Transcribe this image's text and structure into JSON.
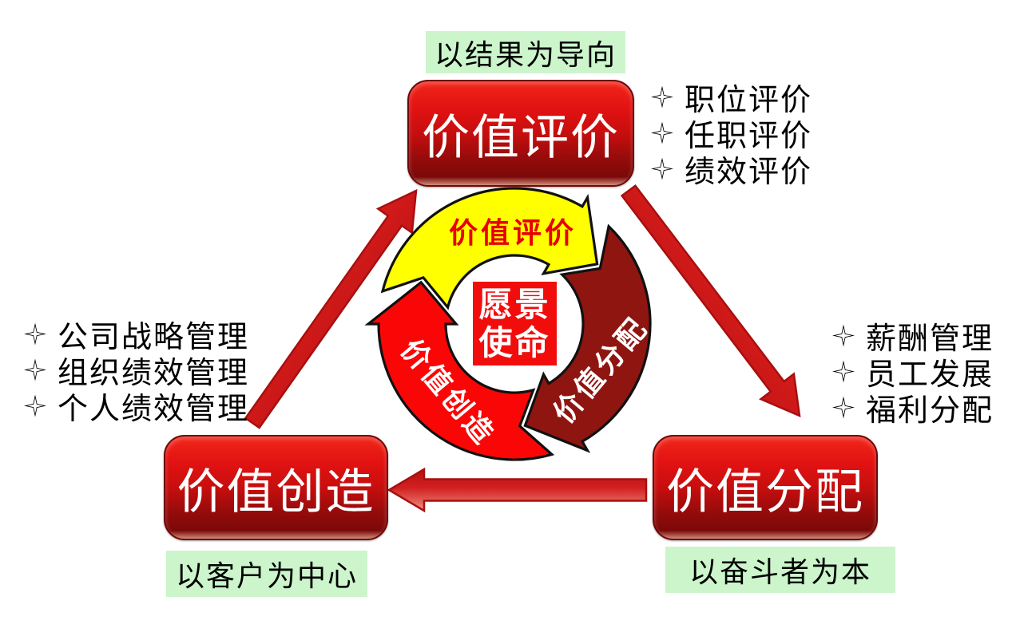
{
  "captions": {
    "top": "以结果为导向",
    "create": "以客户为中心",
    "distribute": "以奋斗者为本"
  },
  "boxes": {
    "evaluate": "价值评价",
    "create": "价值创造",
    "distribute": "价值分配"
  },
  "cycle": {
    "evaluation_label": "价值评价",
    "distribution_label": "价值分配",
    "creation_label": "价值创造",
    "center_line1": "愿景",
    "center_line2": "使命"
  },
  "lists": {
    "bullet_icon": "four-pointed-star",
    "bullet_glyph": "✧",
    "evaluate": [
      "职位评价",
      "任职评价",
      "绩效评价"
    ],
    "create": [
      "公司战略管理",
      "组织绩效管理",
      "个人绩效管理"
    ],
    "distribute": [
      "薪酬管理",
      "员工发展",
      "福利分配"
    ]
  },
  "colors": {
    "background": "#ffffff",
    "green_bg": "#ccf5cc",
    "box_red_top": "#f12619",
    "box_red_bottom": "#7b0909",
    "cycle_yellow": "#ffff00",
    "cycle_dark_red": "#8f1511",
    "cycle_red": "#fb0606",
    "center_red": "#f20d0d",
    "cycle_outline": "#111111",
    "arrow_stroke": "#a80f0f",
    "yellow_arc_label_red": "#e60000",
    "white_text": "#ffffff",
    "black_text": "#000000"
  }
}
